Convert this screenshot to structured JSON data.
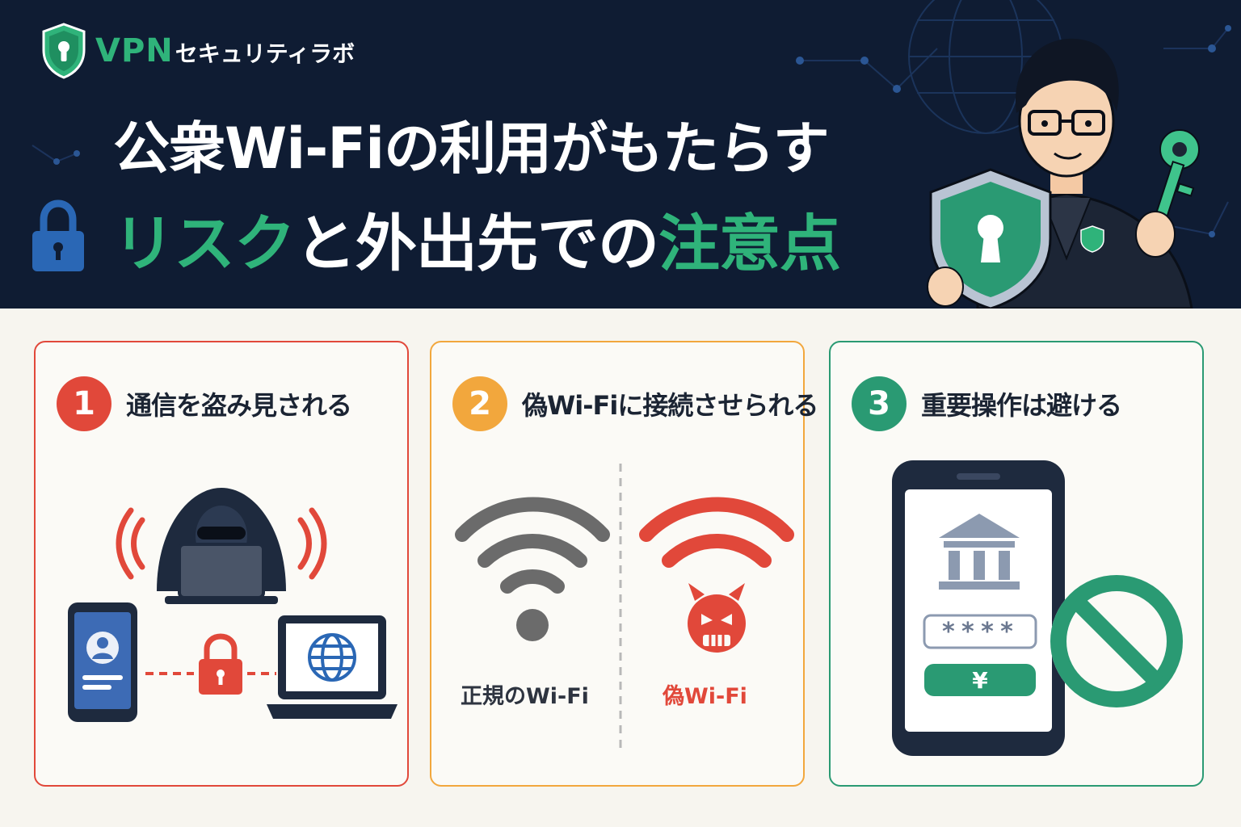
{
  "brand": {
    "name_accent": "VPN",
    "name_rest": "セキュリティラボ"
  },
  "header": {
    "title_line1": "公衆Wi-Fiの利用がもたらす",
    "title_line2_part1": "リスク",
    "title_line2_part2": "と外出先での",
    "title_line2_part3": "注意点"
  },
  "cards": [
    {
      "number": "1",
      "title": "通信を盗み見される",
      "color": "#e1483a"
    },
    {
      "number": "2",
      "title": "偽Wi-Fiに接続させられる",
      "color": "#f2a73d",
      "legit_label": "正規のWi-Fi",
      "fake_label": "偽Wi-Fi"
    },
    {
      "number": "3",
      "title": "重要操作は避ける",
      "color": "#2a9a73",
      "password_mask": "****",
      "currency_symbol": "¥"
    }
  ],
  "colors": {
    "header_bg": "#0f1c33",
    "accent_green": "#2fb37a",
    "danger_red": "#e1483a",
    "warning_orange": "#f2a73d"
  }
}
